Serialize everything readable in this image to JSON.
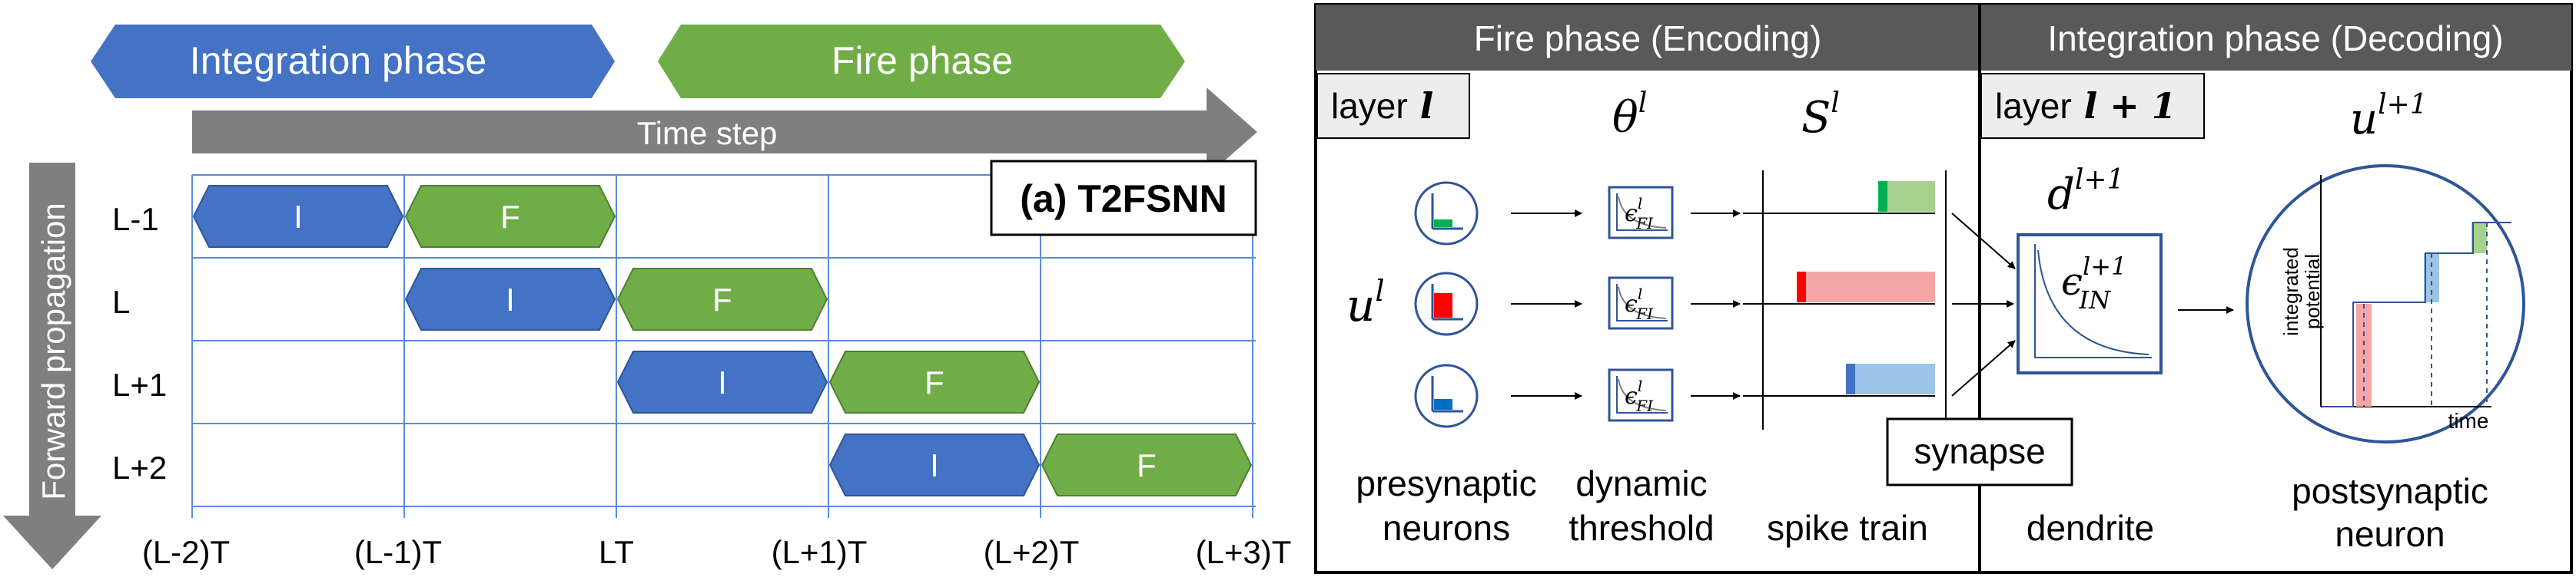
{
  "left": {
    "integration_banner": "Integration phase",
    "fire_banner": "Fire phase",
    "time_step_label": "Time step",
    "forward_label": "Forward propagation",
    "subfigure_label": "(a) T2FSNN",
    "rows": [
      "L-1",
      "L",
      "L+1",
      "L+2"
    ],
    "ticks": [
      "(L-2)T",
      "(L-1)T",
      "LT",
      "(L+1)T",
      "(L+2)T",
      "(L+3)T"
    ],
    "integration_letter": "I",
    "fire_letter": "F",
    "colors": {
      "integration": "#4472c4",
      "fire": "#70ad47",
      "arrow": "#7f7f7f",
      "grid": "#5b8bd6"
    }
  },
  "right": {
    "fire_header": "Fire phase (Encoding)",
    "integration_header": "Integration phase (Decoding)",
    "layer_l_word": "layer",
    "layer_l_var": "l",
    "layer_l1_word": "layer",
    "layer_l1_var": "l + 1",
    "u_base": "u",
    "u_sup": "l",
    "theta_base": "θ",
    "theta_sup": "l",
    "s_base": "S",
    "s_sup": "l",
    "d_base": "d",
    "d_sup": "l+1",
    "ul1_base": "u",
    "ul1_sup": "l+1",
    "eps_fi_base": "ϵ",
    "eps_fi_sup": "l",
    "eps_fi_sub": "FI",
    "eps_in_base": "ϵ",
    "eps_in_sup": "l+1",
    "eps_in_sub": "IN",
    "synapse_label": "synapse",
    "presynaptic_line1": "presynaptic",
    "presynaptic_line2": "neurons",
    "threshold_line1": "dynamic",
    "threshold_line2": "threshold",
    "spike_train_label": "spike train",
    "dendrite_label": "dendrite",
    "postsynaptic_line1": "postsynaptic",
    "postsynaptic_line2": "neuron",
    "integrated_potential_line1": "integrated",
    "integrated_potential_line2": "potential",
    "time_label": "time",
    "colors": {
      "header": "#595959",
      "green": "#70ad47",
      "red": "#ff0000",
      "blue": "#2e75b6",
      "soft_green": "#a9d18e",
      "soft_red": "#f4a6a6",
      "soft_blue": "#9dc3e6",
      "frame": "#2f5597"
    }
  }
}
